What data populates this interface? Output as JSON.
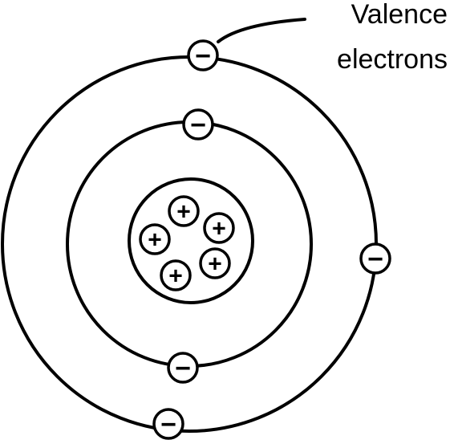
{
  "label": {
    "line1": "Valence",
    "line2": "electrons"
  },
  "symbols": {
    "electron": "−",
    "proton": "+"
  },
  "inner_shell_electron_count": 2,
  "valence_electron_count": 3,
  "proton_count": 5
}
